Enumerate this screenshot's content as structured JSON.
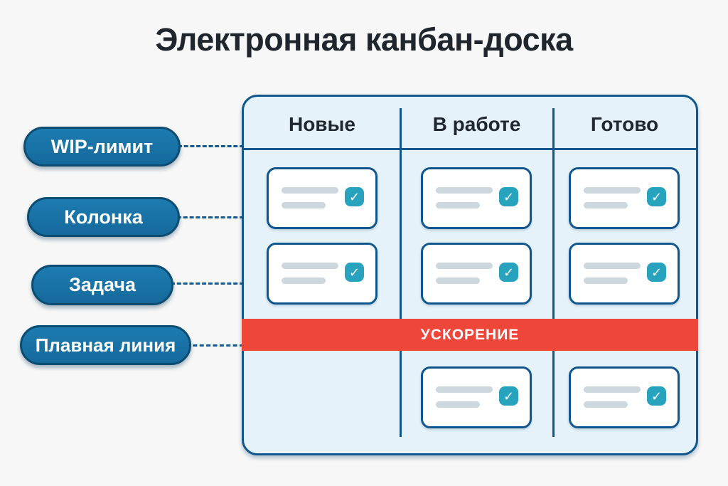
{
  "title": "Электронная канбан-доска",
  "annotations": {
    "items": [
      {
        "label": "WIP-лимит"
      },
      {
        "label": "Колонка"
      },
      {
        "label": "Задача"
      },
      {
        "label": "Плавная линия"
      }
    ]
  },
  "board": {
    "columns": [
      {
        "header": "Новые",
        "cards_above_banner": 2,
        "cards_below_banner": 0
      },
      {
        "header": "В работе",
        "cards_above_banner": 2,
        "cards_below_banner": 1
      },
      {
        "header": "Готово",
        "cards_above_banner": 2,
        "cards_below_banner": 1
      }
    ],
    "banner_label": "УСКОРЕНИЕ",
    "card_check_icon": "✓"
  },
  "colors": {
    "page_background": "#f7f7f7",
    "title_text": "#1f262d",
    "board_fill": "#e5f2f9",
    "outline_blue": "#11568c",
    "pill_fill": "#1873a6",
    "pill_border": "#0c4c70",
    "connector_blue": "#14588e",
    "banner_red": "#ee4639",
    "check_teal": "#28a3be",
    "skeleton_gray": "#cdd8de"
  }
}
